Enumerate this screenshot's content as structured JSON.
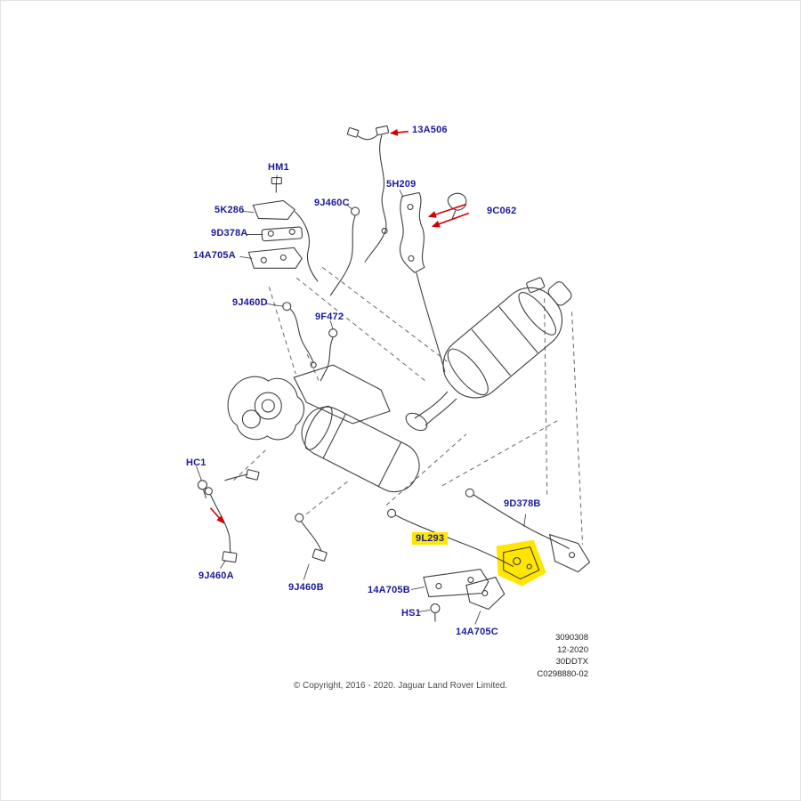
{
  "document": {
    "type": "exploded-parts-diagram",
    "drawing_numbers": [
      "3090308",
      "12-2020",
      "30DDTX",
      "C0298880-02"
    ],
    "copyright": "© Copyright, 2016 - 2020. Jaguar Land Rover Limited."
  },
  "colors": {
    "label_blue": "#1a1a9c",
    "highlight_yellow": "#ffe600",
    "arrow_red": "#d40000"
  },
  "labels": [
    {
      "code": "13A506",
      "highlighted": false
    },
    {
      "code": "HM1",
      "highlighted": false
    },
    {
      "code": "5K286",
      "highlighted": false
    },
    {
      "code": "9D378A",
      "highlighted": false
    },
    {
      "code": "14A705A",
      "highlighted": false
    },
    {
      "code": "9J460C",
      "highlighted": false
    },
    {
      "code": "5H209",
      "highlighted": false
    },
    {
      "code": "9C062",
      "highlighted": false
    },
    {
      "code": "9J460D",
      "highlighted": false
    },
    {
      "code": "9F472",
      "highlighted": false
    },
    {
      "code": "HC1",
      "highlighted": false
    },
    {
      "code": "9J460A",
      "highlighted": false
    },
    {
      "code": "9J460B",
      "highlighted": false
    },
    {
      "code": "9D378B",
      "highlighted": false
    },
    {
      "code": "9L293",
      "highlighted": true
    },
    {
      "code": "14A705B",
      "highlighted": false
    },
    {
      "code": "HS1",
      "highlighted": false
    },
    {
      "code": "14A705C",
      "highlighted": false
    }
  ]
}
